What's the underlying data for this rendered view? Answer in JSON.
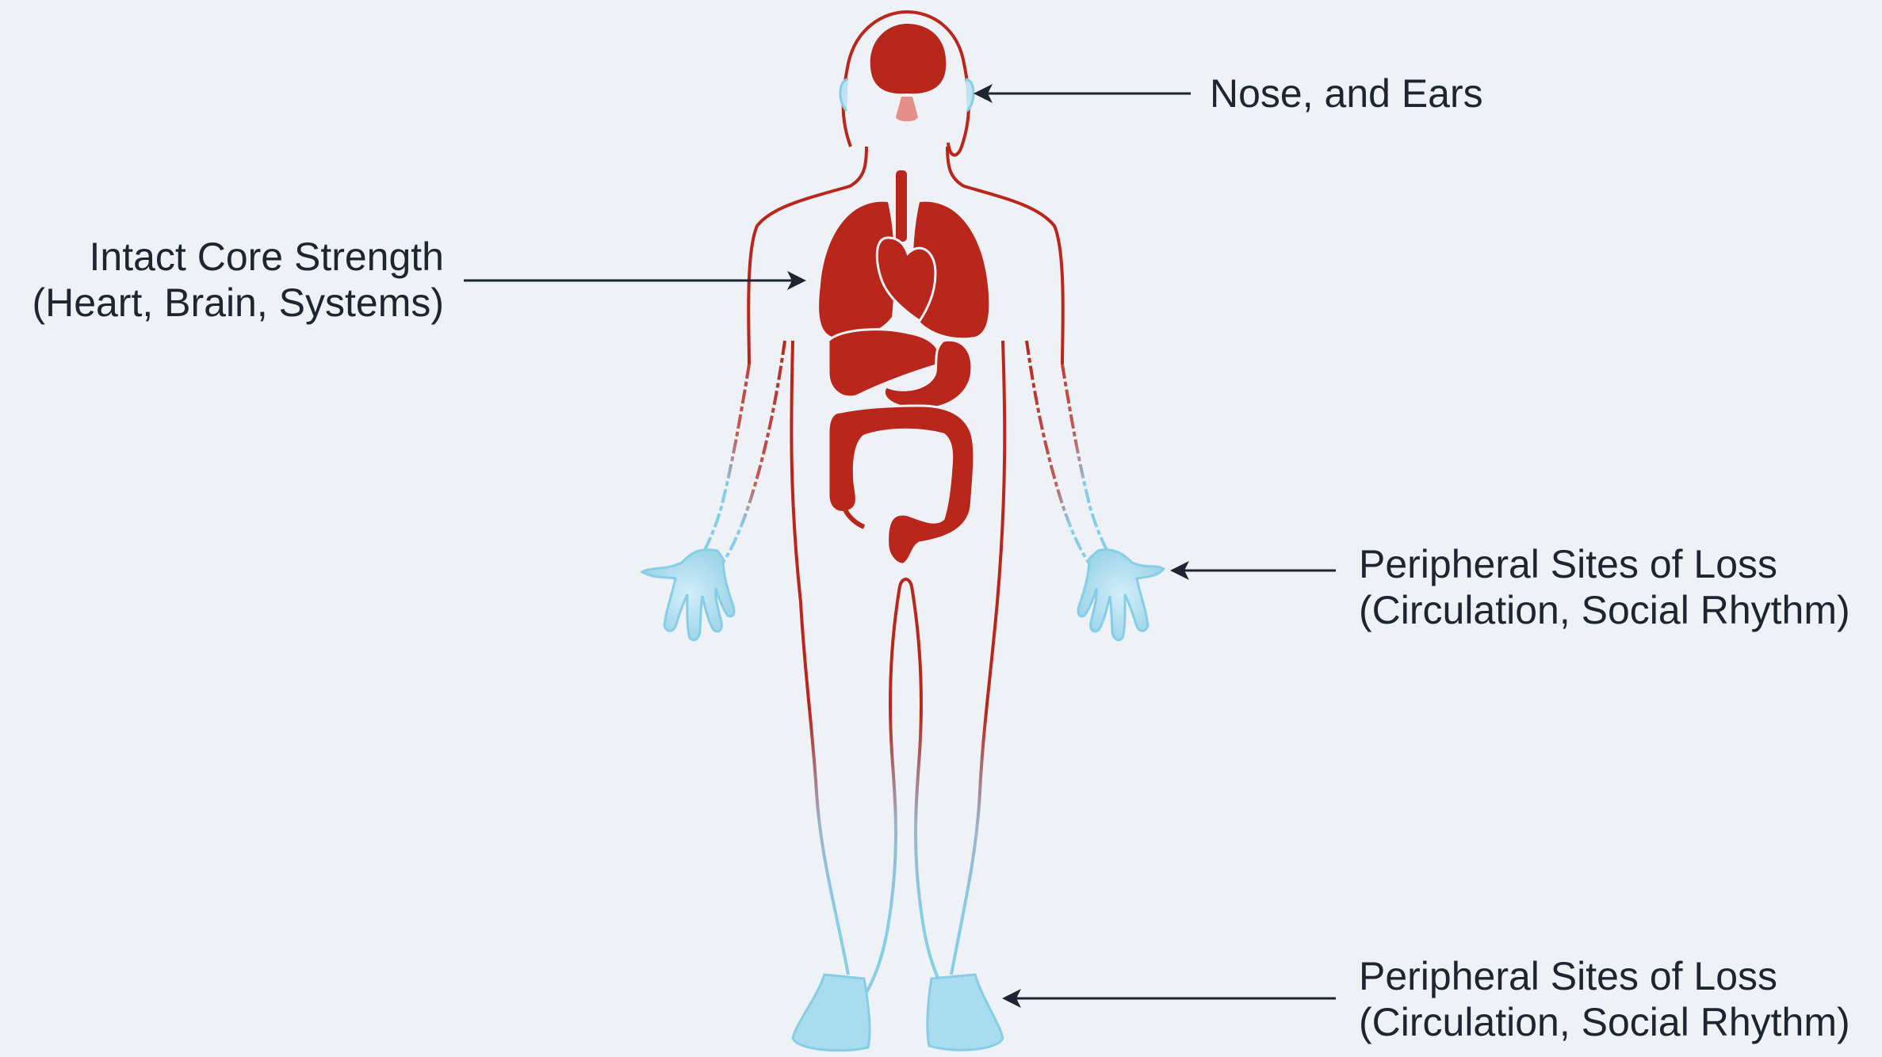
{
  "labels": {
    "nose_ears": {
      "text": "Nose, and Ears"
    },
    "core": {
      "line1": "Intact Core Strength",
      "line2": "(Heart, Brain, Systems)"
    },
    "hands": {
      "line1": "Peripheral Sites of Loss",
      "line2": "(Circulation, Social Rhythm)"
    },
    "feet": {
      "line1": "Peripheral Sites of Loss",
      "line2": "(Circulation, Social Rhythm)"
    }
  },
  "icons": {
    "body": "human-body-icon",
    "brain": "brain-icon",
    "heart": "heart-icon",
    "lungs": "lungs-icon",
    "stomach": "stomach-icon",
    "intestines": "intestines-icon"
  },
  "colors": {
    "core": "#b8261c",
    "periphery": "#86cde6",
    "text": "#1d2530",
    "background": "#eef2f6"
  }
}
